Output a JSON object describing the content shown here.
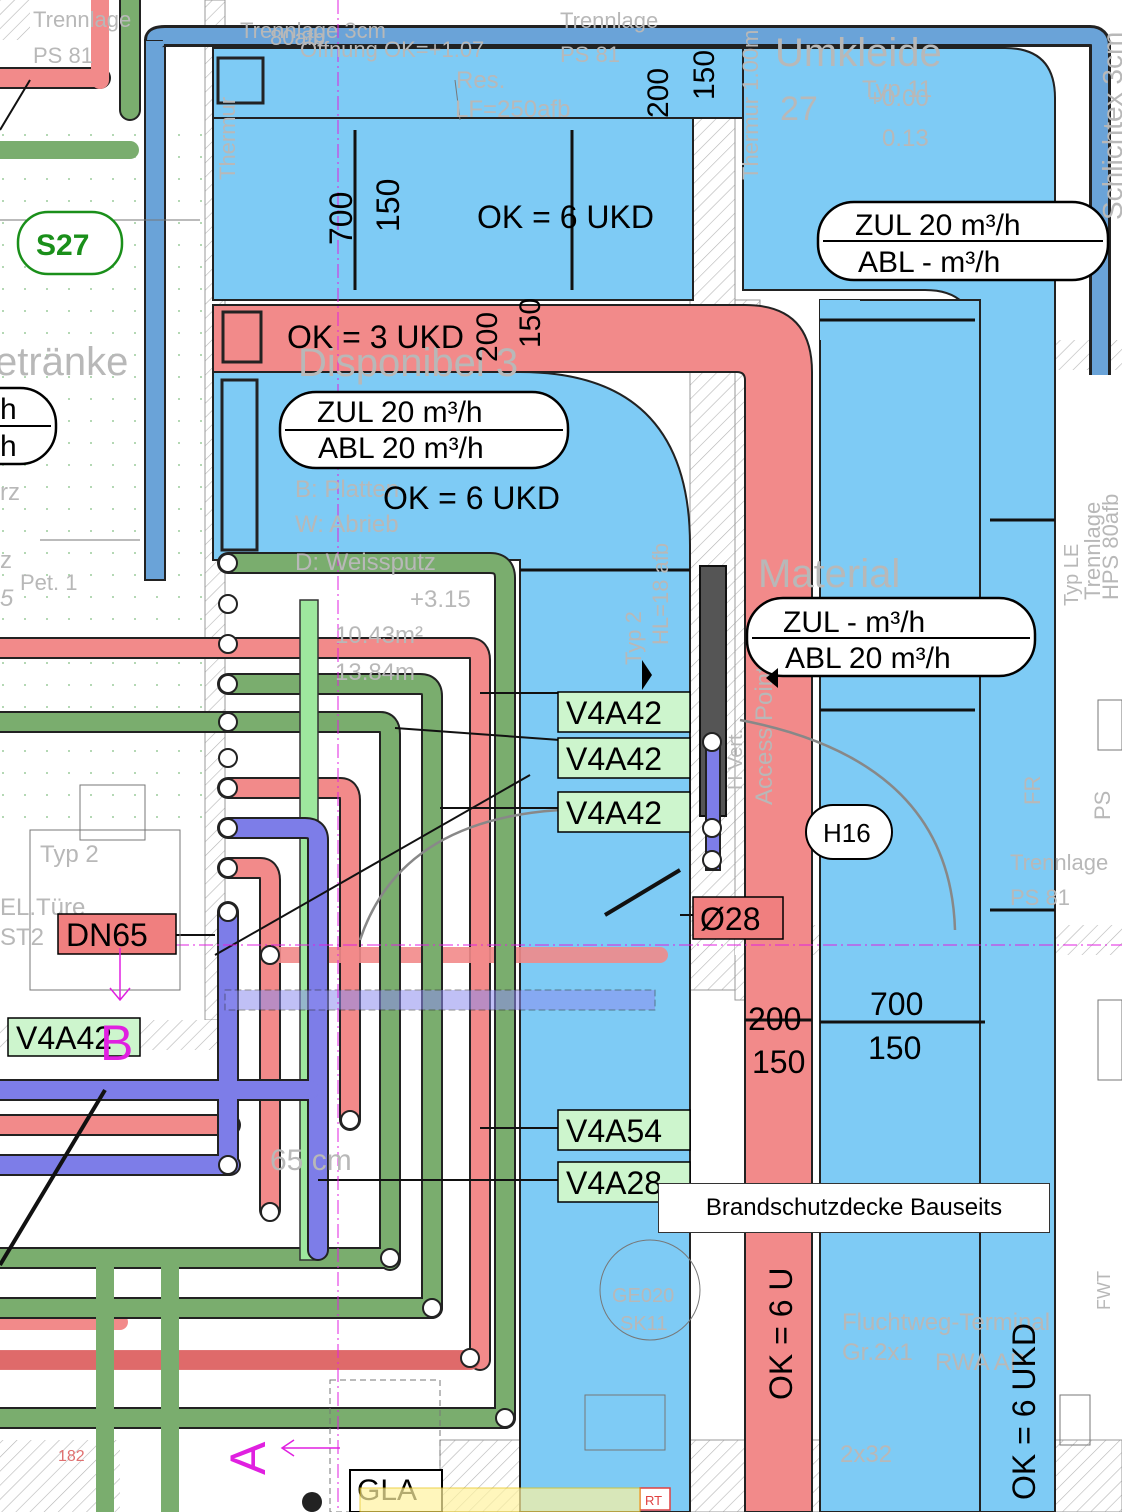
{
  "colors": {
    "supply_blue": "#7ecbf5",
    "red_duct": "#f28a8a",
    "green_pipe": "#7aad6e",
    "purple_pipe": "#7d7de8",
    "tag_green_bg": "#cdf5cd",
    "tag_red_bg": "#f07f7f",
    "magenta": "#e020e0",
    "room_text": "#b8b8b8",
    "s27_green": "#1a8f1a"
  },
  "room_names": {
    "umkleide": "Umkleide",
    "material": "Material",
    "disponibel": "Disponibel 3",
    "getraenke": "etränke"
  },
  "duct_labels": {
    "ok6_top": "OK = 6 UKD",
    "ok3_red": "OK = 3 UKD",
    "ok6_mid": "OK = 6 UKD",
    "ok6_vert_left": "OK = 6 U",
    "ok6_vert_right": "OK = 6 UKD"
  },
  "dimensions": {
    "d700_v": "700",
    "d150_v": "150",
    "d200_red": "200",
    "d150_red": "150",
    "d200_top": "200",
    "d150_top": "150",
    "d700_h": "700",
    "d150_h": "150",
    "d200_side": "200",
    "d150_side": "150"
  },
  "airflow_tags": [
    {
      "zul": "ZUL 20 m³/h",
      "abl": "ABL - m³/h"
    },
    {
      "zul": "ZUL 20 m³/h",
      "abl": "ABL 20 m³/h"
    },
    {
      "zul": "ZUL - m³/h",
      "abl": "ABL 20 m³/h"
    }
  ],
  "partial_tag": {
    "line1": "h",
    "line2": "h"
  },
  "pipe_tags": {
    "v4a42_1": "V4A42",
    "v4a42_2": "V4A42",
    "v4a42_3": "V4A42",
    "v4a54": "V4A54",
    "v4a28": "V4A28",
    "v4a42_left": "V4A42",
    "dn65": "DN65",
    "d28": "Ø28"
  },
  "markers": {
    "s27": "S27",
    "h16": "H16",
    "section_b": "B",
    "section_a": "A",
    "gla": "GLA",
    "rt": "RT"
  },
  "faint_text": {
    "trennlage_top_left": "Trennlage",
    "ps81_top_left": "PS 81",
    "trennlage_top_mid": "Trennlage",
    "ps81_top_mid": "PS 81",
    "trennlage_right": "Trennlage",
    "ps81_right": "PS 81",
    "trennlage_right_v": "Trennlage",
    "hps_right_v": "HPS 80afb",
    "typ2_left": "Typ 2",
    "typ2_vert": "Typ 2",
    "hl18": "HL=18 afb",
    "room27": "27",
    "typ11": "Typ 11",
    "plus000": "+0.00",
    "v013": "0.13",
    "plus315": "+3.15",
    "area1": "10.43m²",
    "area2": "13.84m",
    "b_platten": "B: Platten",
    "w_abrieb": "W: Abrieb",
    "d_weissputz": "D: Weissputz",
    "res": "Res.",
    "lf": "LF=250afb",
    "thermur_left": "Thermur",
    "thermur_right": "Thermur 1.00m",
    "schlichtex": "Schlichtex 3cm",
    "access_point": "Access Point",
    "el_tuere": "EL.Türe",
    "st2": "ST2",
    "fluchtweg": "Fluchtweg-Terminal",
    "gr2x1": "Gr.2x1",
    "rwa": "RWA AP",
    "typ_le": "Typ LE",
    "sk11": "SK11",
    "ge020": "GE020",
    "fwt": "FWT",
    "ps": "PS",
    "fr": "FR",
    "n182": "182",
    "n65": "65 cm",
    "n2x32": "2x32",
    "rz": "rz",
    "z": "z",
    "n5": "5",
    "pet": "Pet. 1",
    "vert_hvert": "H Vert.",
    "trennlage_oben": "Trennlage 3cm",
    "abfb": "80afb",
    "oeffnung": "Öffnung OK=+1.07"
  },
  "tooltip": "Brandschutzdecke Bauseits"
}
